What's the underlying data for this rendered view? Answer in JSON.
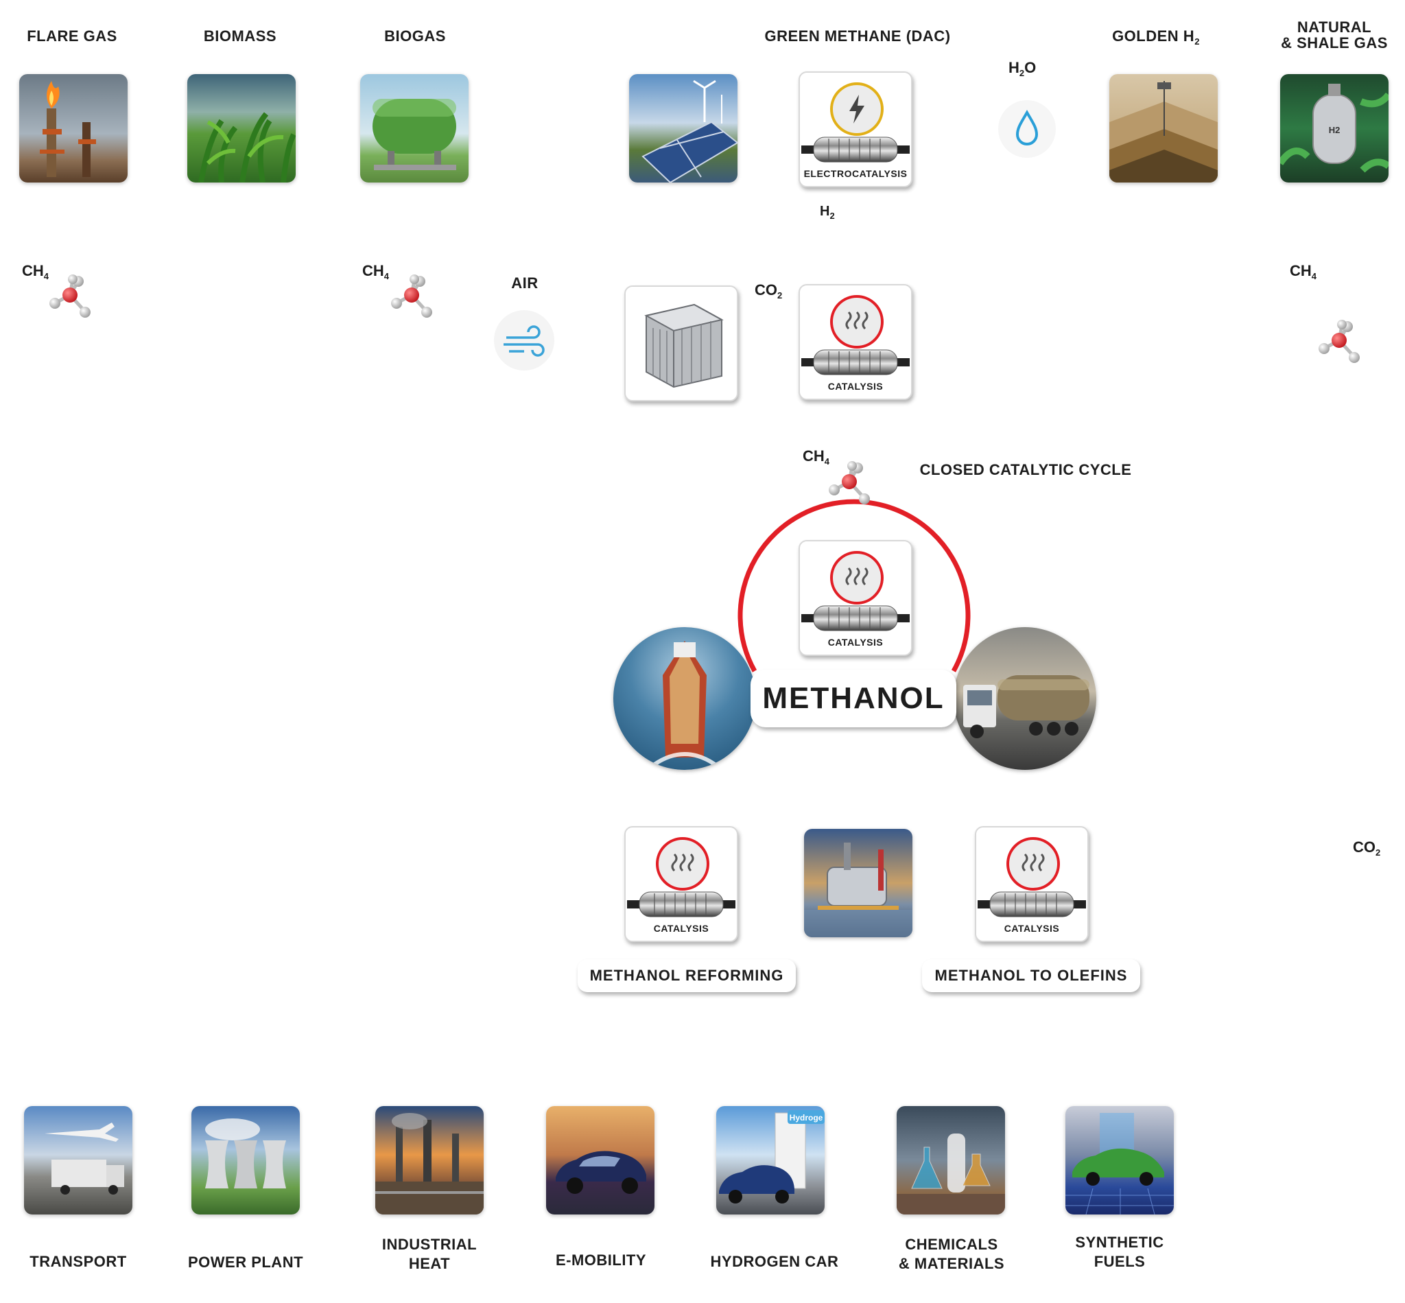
{
  "sources": {
    "flare_gas": "FLARE GAS",
    "biomass": "BIOMASS",
    "biogas": "BIOGAS",
    "green_methane": "GREEN METHANE (DAC)",
    "golden_h2": "GOLDEN H",
    "golden_h2_sub": "2",
    "natural_gas_line1": "NATURAL",
    "natural_gas_line2": "& SHALE GAS"
  },
  "chem": {
    "ch": "CH",
    "four": "4",
    "h": "H",
    "two": "2",
    "o": "O",
    "co": "CO",
    "air": "AIR"
  },
  "cards": {
    "electrocatalysis": "ELECTROCATALYSIS",
    "catalysis": "CATALYSIS"
  },
  "tank_label": "H2",
  "cycle_label": "CLOSED CATALYTIC CYCLE",
  "methanol": "METHANOL",
  "processes": {
    "reforming": "METHANOL REFORMING",
    "olefins": "METHANOL TO OLEFINS"
  },
  "uses": {
    "transport": "TRANSPORT",
    "power_plant": "POWER PLANT",
    "industrial_heat_1": "INDUSTRIAL",
    "industrial_heat_2": "HEAT",
    "emobility": "E-MOBILITY",
    "hydrogen_car": "HYDROGEN CAR",
    "chemicals_1": "CHEMICALS",
    "chemicals_2": "& MATERIALS",
    "synthetic_1": "SYNTHETIC",
    "synthetic_2": "FUELS"
  },
  "station_sign": "Hydroge",
  "colors": {
    "accent_red": "#e21f26",
    "accent_gold": "#e2b018",
    "water_blue": "#2a9fd8",
    "text": "#1d1d1d"
  },
  "icons": [
    "flame-icon",
    "lightning-icon",
    "heat-waves-icon",
    "water-drop-icon",
    "wind-icon",
    "methane-molecule-icon"
  ]
}
